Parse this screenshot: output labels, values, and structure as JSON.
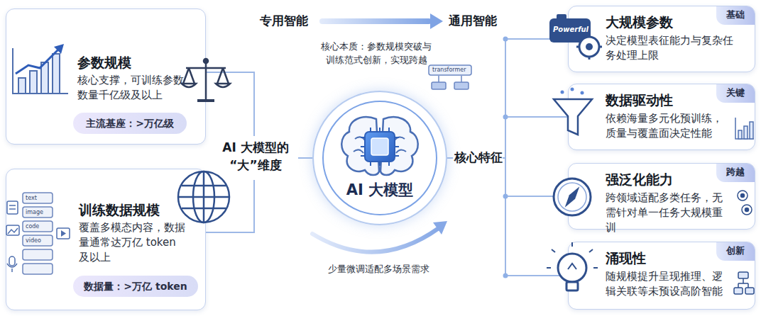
{
  "diagram": {
    "nodes": [
      {
        "text": [
          "参数规模",
          "核心支撑，可训练参数数量千亿级及以上"
        ]
      },
      {
        "text": [
          "主流基座：>万亿级"
        ],
        "in": 0
      },
      {
        "text": [
          "训练数据规模",
          "覆盖多模态内容，数据量通常达万亿 token 及以上"
        ]
      },
      {
        "text": [
          "数据量：>万亿 token"
        ],
        "in": 2
      },
      {
        "text": [
          "AI 大模型"
        ]
      },
      {
        "text": [
          "大规模参数",
          "决定模型表征能力与复杂任务处理上限"
        ]
      },
      {
        "text": [
          "基础"
        ],
        "in": 5
      },
      {
        "text": [
          "数据驱动性",
          "依赖海量多元化预训练，质量与覆盖面决定性能"
        ]
      },
      {
        "text": [
          "关键"
        ],
        "in": 7
      },
      {
        "text": [
          "强泛化能力",
          "跨领域适配多类任务，无需针对单一任务大规模重训"
        ]
      },
      {
        "text": [
          "跨越"
        ],
        "in": 9
      },
      {
        "text": [
          "涌现性",
          "随规模提升呈现推理、逻辑关联等未预设高阶智能"
        ]
      },
      {
        "text": [
          "创新"
        ],
        "in": 11
      }
    ],
    "edges": [
      {
        "from": 0,
        "to": 4,
        "arrow": "none"
      },
      {
        "from": 2,
        "to": 4,
        "arrow": "none"
      },
      {
        "from": 4,
        "to": 5,
        "arrow": "none"
      },
      {
        "from": 4,
        "to": 7,
        "arrow": "none"
      },
      {
        "from": 4,
        "to": 9,
        "arrow": "none"
      },
      {
        "from": 4,
        "to": 11,
        "arrow": "none"
      }
    ],
    "labels": [
      "专用智能",
      "通用智能",
      "核心本质：参数规模突破与训练范式创新，实现跨越",
      "transformer",
      "AI 大模型的“大”维度",
      "核心特征",
      "少量微调适配多场景需求",
      "Powerful",
      "text",
      "image",
      "code",
      "video"
    ]
  }
}
